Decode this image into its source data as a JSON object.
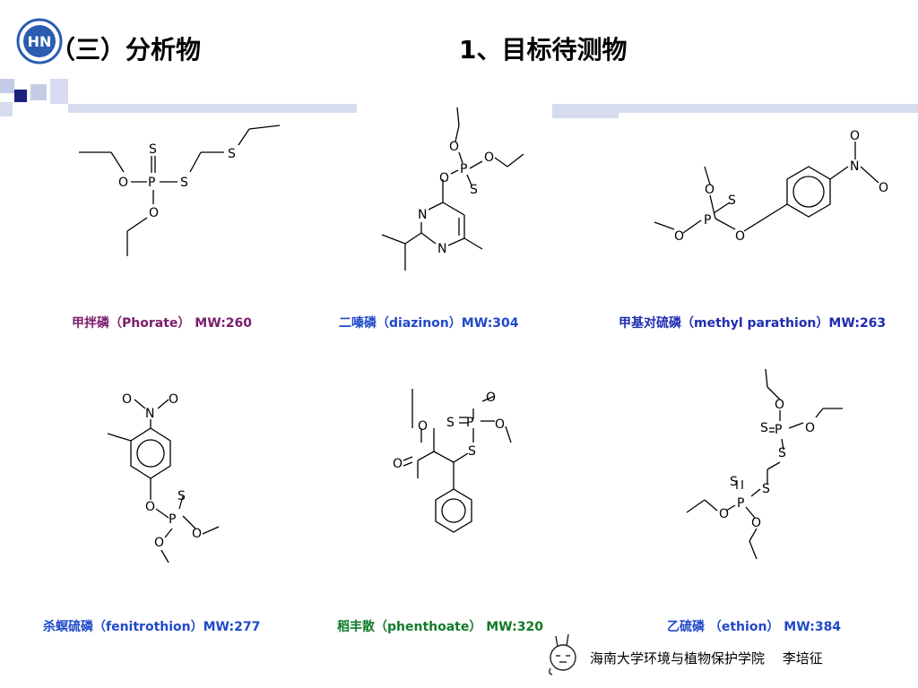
{
  "header": {
    "title_left": "（三）分析物",
    "title_right": "1、目标待测物"
  },
  "compounds": [
    {
      "caption": "甲拌磷（Phorate） MW:260",
      "color": "#7b1d6e"
    },
    {
      "caption": "二嗪磷（diazinon）MW:304",
      "color": "#1f49c9"
    },
    {
      "caption": "甲基对硫磷（methyl parathion）MW:263",
      "color": "#1f2db0"
    },
    {
      "caption": "杀螟硫磷（fenitrothion）MW:277",
      "color": "#1f49c9"
    },
    {
      "caption": "稻丰散（phenthoate） MW:320",
      "color": "#117a2a"
    },
    {
      "caption": "乙硫磷 （ethion） MW:384",
      "color": "#1f49c9"
    }
  ],
  "atoms": {
    "oxygen": "O",
    "sulfur": "S",
    "phosphorus": "P",
    "nitrogen": "N"
  },
  "footer": {
    "text": "海南大学环境与植物保护学院　 李培征"
  },
  "logo": {
    "text": "HN"
  },
  "colors": {
    "accent_square": "#1a237e",
    "light_square": "#c5cbe6",
    "bar": "#d6dbef"
  }
}
